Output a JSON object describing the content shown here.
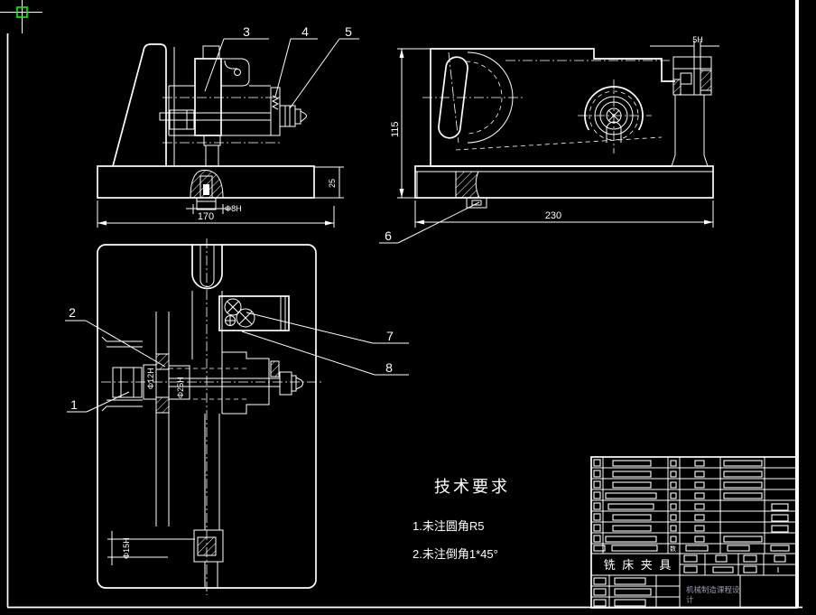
{
  "canvas": {
    "background": "#000000",
    "line_color": "#ffffff",
    "cursor_color": "#00ff00"
  },
  "part_labels": {
    "n1": "1",
    "n2": "2",
    "n3": "3",
    "n4": "4",
    "n5": "5",
    "n6": "6",
    "n7": "7",
    "n8": "8"
  },
  "dimensions": {
    "front_width": "170",
    "front_base_height": "25",
    "front_slot_hole": "Φ8H",
    "side_height": "115",
    "side_width": "230",
    "side_key_width": "5H",
    "plan_bush_small": "Φ12H",
    "plan_bush_large": "Φ25H",
    "plan_pin": "Φ15H"
  },
  "tech_requirements": {
    "title": "技术要求",
    "item1": "1.未注圆角R5",
    "item2": "2.未注倒角1*45°"
  },
  "title_block": {
    "part_name": "铣 床 夹 具",
    "qty_label": "数",
    "course_line1": "机械制造课程设",
    "course_line2": "计"
  }
}
